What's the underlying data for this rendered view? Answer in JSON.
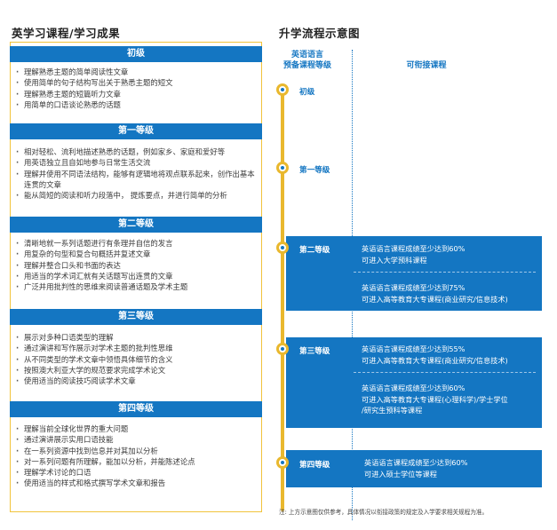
{
  "left": {
    "title": "英学习课程/学习成果",
    "levels": [
      {
        "name": "初级",
        "items": [
          "理解熟悉主题的简单阅读性文章",
          "使用简单的句子结构写出关于熟悉主题的短文",
          "理解熟悉主题的短篇听力文章",
          "用简单的口语谈论熟悉的话题"
        ]
      },
      {
        "name": "第一等级",
        "items": [
          "相对轻松、流利地描述熟悉的话题，例如家乡、家庭和爱好等",
          "用英语独立且自如地参与日常生活交流",
          "理解并使用不同语法结构，能够有逻辑地将观点联系起来，创作出基本连贯的文章",
          "能从简短的阅读和听力段落中， 提炼要点，并进行简单的分析"
        ]
      },
      {
        "name": "第二等级",
        "items": [
          "清晰地就一系列话题进行有条理并自信的发言",
          "用复杂的句型和复合句概括并复述文章",
          "理解并整合口头和书面的表达",
          "用适当的学术词汇就有关话题写出连贯的文章",
          "广泛并用批判性的思维来阅读普通话题及学术主题"
        ]
      },
      {
        "name": "第三等级",
        "items": [
          "展示对多种口语类型的理解",
          "通过演讲和写作展示对学术主题的批判性思维",
          "从不同类型的学术文章中领悟具体细节的含义",
          "按照澳大利亚大学的规范要求完成学术论文",
          "使用适当的阅读技巧阅读学术文章"
        ]
      },
      {
        "name": "第四等级",
        "items": [
          "理解当前全球化世界的重大问题",
          "通过演讲展示实用口语技能",
          "在一系列资源中找到信息并对其加以分析",
          "对一系列问题有所理解，能加以分析，并能陈述论点",
          "理解学术讨论的口语",
          "使用适当的样式和格式撰写学术文章和报告"
        ]
      }
    ]
  },
  "right": {
    "title": "升学流程示意图",
    "col1_line1": "英语语言",
    "col1_line2": "预备课程等级",
    "col2": "可衔接课程",
    "stages": [
      {
        "name": "初级",
        "routes": []
      },
      {
        "name": "第一等级",
        "routes": []
      },
      {
        "name": "第二等级",
        "routes": [
          [
            "英语语言课程成绩至少达到60%",
            "可进入大学预科课程"
          ],
          [
            "英语语言课程成绩至少达到75%",
            "可进入高等教育大专课程(商业研究/信息技术)"
          ]
        ]
      },
      {
        "name": "第三等级",
        "routes": [
          [
            "英语语言课程成绩至少达到55%",
            "可进入高等教育大专课程(商业研究/信息技术)"
          ],
          [
            "英语语言课程成绩至少达到60%",
            "可进入高等教育大专课程(心理科学)/学士学位",
            "/研究生预科等课程"
          ]
        ]
      },
      {
        "name": "第四等级",
        "routes": [
          [
            "英语语言课程成绩至少达到60%",
            "可进入硕士学位等课程"
          ]
        ]
      }
    ],
    "note": "注: 上方示意图仅供参考，具体情况以衔接政策的规定及入学要求相关规程为准。"
  },
  "colors": {
    "blue": "#1476c2",
    "gold": "#e9b82e",
    "border": "#f1c33b"
  }
}
